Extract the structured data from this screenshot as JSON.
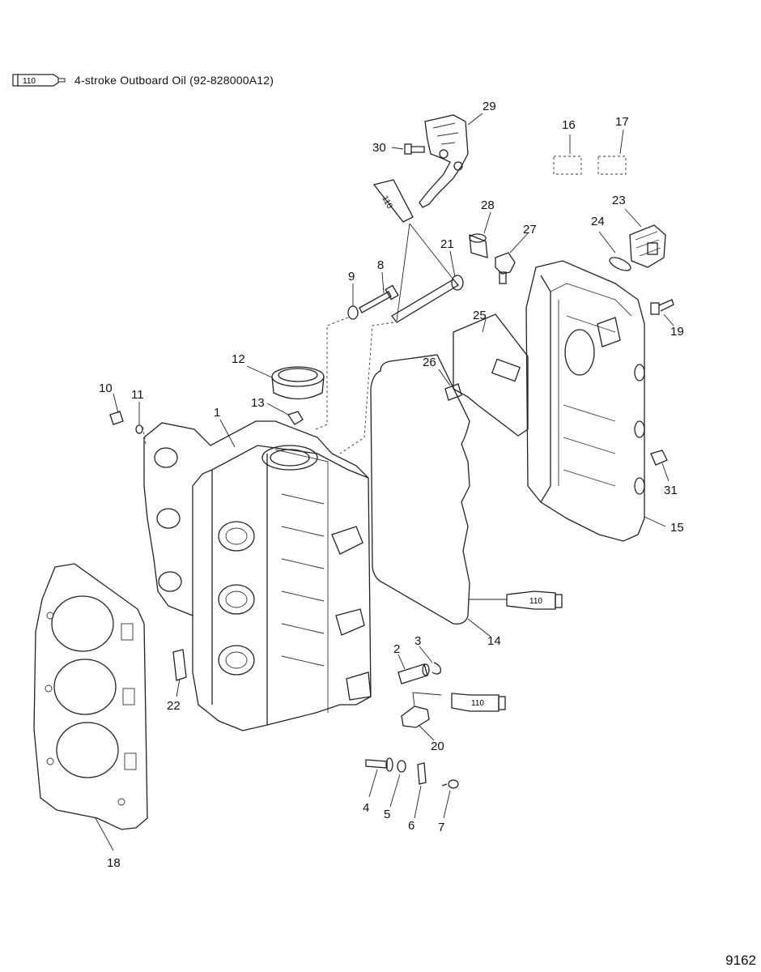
{
  "legend": {
    "tube_label": "110",
    "text": "4-stroke Outboard Oil (92-828000A12)"
  },
  "tube_tag": "110",
  "callouts": {
    "c1": "1",
    "c2": "2",
    "c3": "3",
    "c4": "4",
    "c5": "5",
    "c6": "6",
    "c7": "7",
    "c8": "8",
    "c9": "9",
    "c10": "10",
    "c11": "11",
    "c12": "12",
    "c13": "13",
    "c14": "14",
    "c15": "15",
    "c16": "16",
    "c17": "17",
    "c18": "18",
    "c19": "19",
    "c20": "20",
    "c21": "21",
    "c22": "22",
    "c23": "23",
    "c24": "24",
    "c25": "25",
    "c26": "26",
    "c27": "27",
    "c28": "28",
    "c29": "29",
    "c30": "30",
    "c31": "31"
  },
  "figure_number": "9162"
}
